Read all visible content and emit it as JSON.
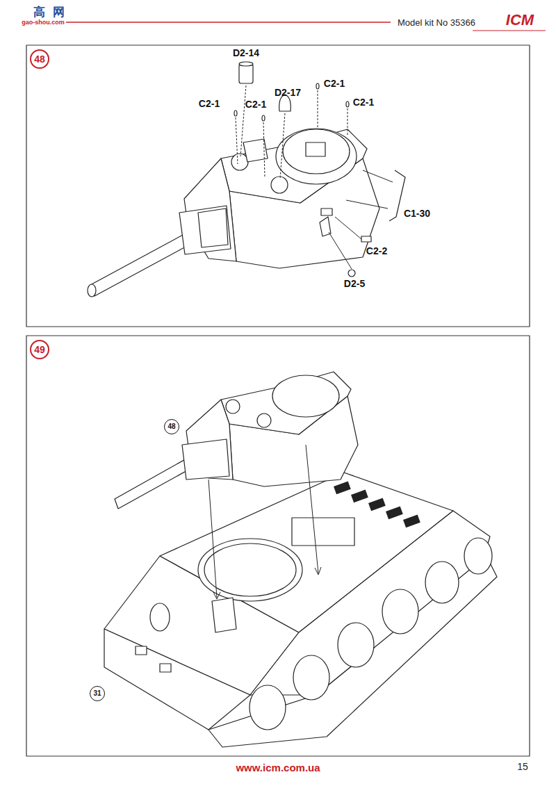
{
  "diagram": {
    "nodes": [
      {
        "text": [
          "48"
        ]
      },
      {
        "text": [
          "49"
        ]
      },
      {
        "text": [
          "48"
        ]
      },
      {
        "text": [
          "31"
        ]
      }
    ],
    "labels": [
      "高",
      "网",
      "gao-shou.com",
      "Model kit No 35366",
      "ICM",
      "D2-14",
      "C2-1",
      "C2-1",
      "D2-17",
      "C2-1",
      "C2-1",
      "C1-30",
      "C2-2",
      "D2-5",
      "www.icm.com.ua",
      "15"
    ]
  }
}
